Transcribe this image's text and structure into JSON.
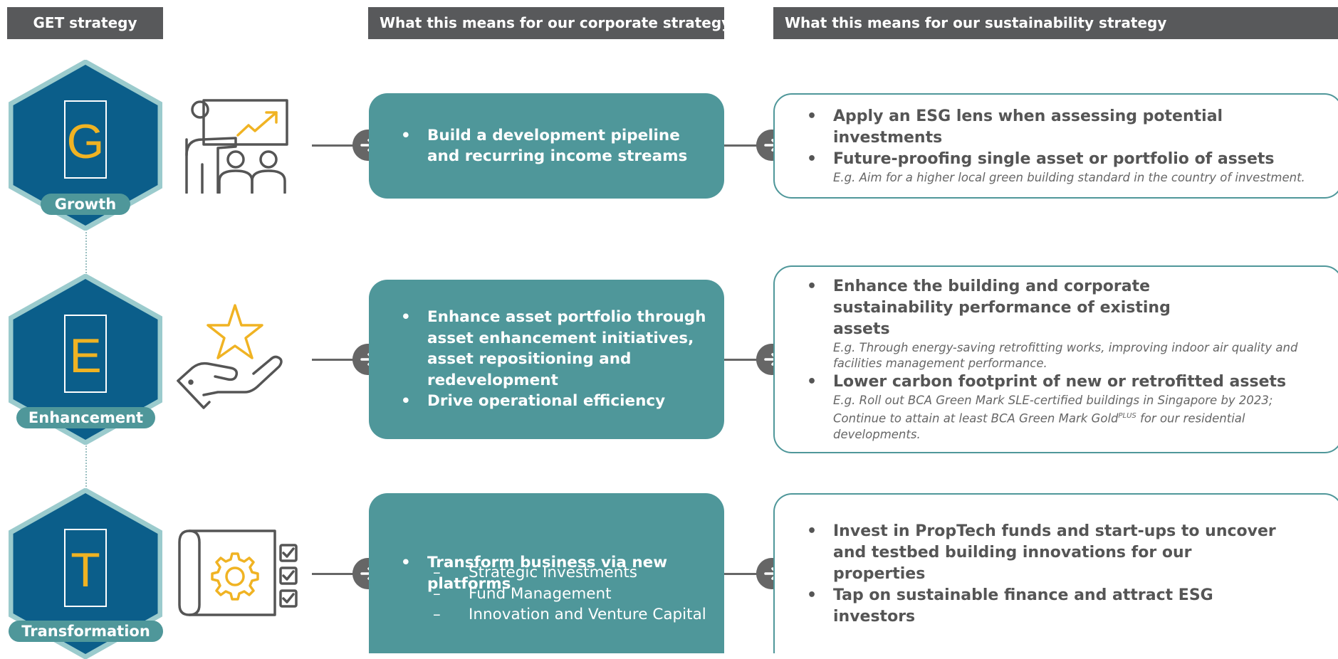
{
  "headers": {
    "get_strategy": "GET strategy",
    "corporate": "What this means for our corporate strategy",
    "sustainability": "What this means for our sustainability strategy"
  },
  "colors": {
    "header_bg": "#58595b",
    "hex_fill": "#0b5e8a",
    "hex_border": "#9bcbcd",
    "teal": "#4f979a",
    "gold": "#f0b323",
    "icon_gray": "#555555"
  },
  "rows": [
    {
      "letter": "G",
      "label": "Growth",
      "illustration": "presenter-with-growth-chart-icon",
      "corporate": [
        "Build a development pipeline and recurring income streams"
      ],
      "sustainability": [
        {
          "text": "Apply an ESG lens when assessing potential investments",
          "example": ""
        },
        {
          "text": "Future-proofing single asset or portfolio of assets",
          "example": "E.g. Aim for a higher local green building standard in the country of investment."
        }
      ]
    },
    {
      "letter": "E",
      "label": "Enhancement",
      "illustration": "hand-holding-star-icon",
      "corporate": [
        "Enhance asset portfolio through asset enhancement initiatives, asset repositioning and redevelopment",
        "Drive operational efficiency"
      ],
      "sustainability": [
        {
          "text": "Enhance the building and corporate sustainability performance of existing assets",
          "example": "E.g. Through energy-saving retrofitting works, improving indoor air quality and facilities management performance."
        },
        {
          "text": "Lower carbon footprint of new or retrofitted assets",
          "example_part1": "E.g. Roll out BCA Green Mark SLE-certified buildings in Singapore by 2023; Continue to attain at least BCA Green Mark Gold",
          "example_sup": "PLUS",
          "example_part2": " for our residential developments."
        }
      ]
    },
    {
      "letter": "T",
      "label": "Transformation",
      "illustration": "blueprint-gear-checklist-icon",
      "corporate": [
        "Transform business via new platforms"
      ],
      "corporate_subitems": [
        "Strategic Investments",
        "Fund Management",
        "Innovation and Venture Capital"
      ],
      "sustainability": [
        {
          "text": "Invest in PropTech funds and start-ups to uncover and testbed building innovations for our properties",
          "example": ""
        },
        {
          "text": "Tap on sustainable finance and attract ESG investors",
          "example": ""
        }
      ]
    }
  ]
}
